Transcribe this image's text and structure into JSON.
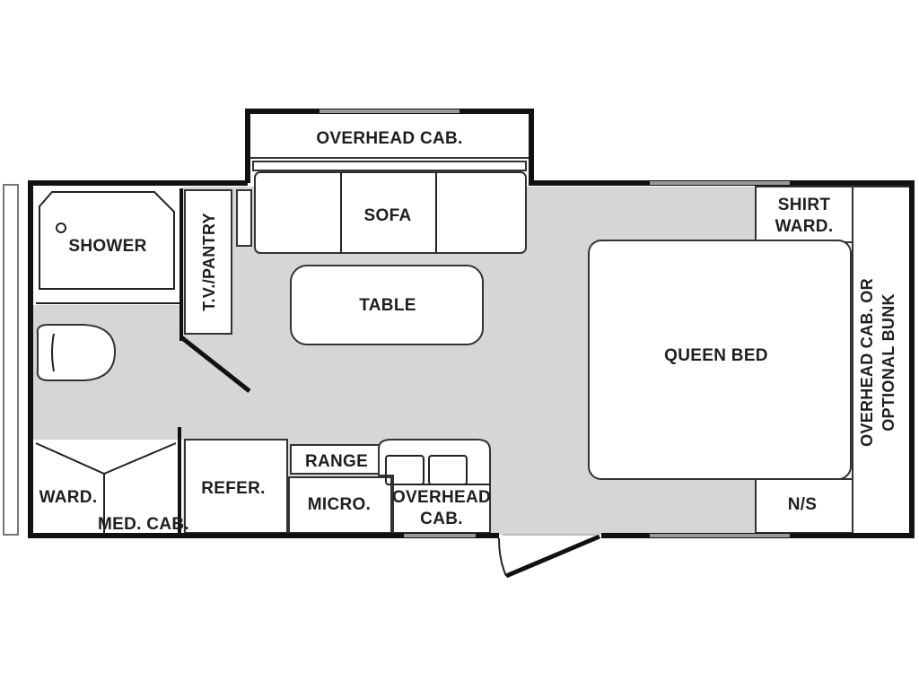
{
  "labels": {
    "overhead_cab_top": "OVERHEAD CAB.",
    "sofa": "SOFA",
    "shower": "SHOWER",
    "tv_pantry": "T.V./PANTRY",
    "table": "TABLE",
    "shirt_ward_line1": "SHIRT",
    "shirt_ward_line2": "WARD.",
    "queen_bed": "QUEEN BED",
    "overhead_cab_or_bunk_line1": "OVERHEAD CAB. OR",
    "overhead_cab_or_bunk_line2": "OPTIONAL BUNK",
    "ward": "WARD.",
    "med_cab": "MED. CAB.",
    "refer": "REFER.",
    "range": "RANGE",
    "micro": "MICRO.",
    "overhead_cab_kitchen_line1": "OVERHEAD",
    "overhead_cab_kitchen_line2": "CAB.",
    "nightstand": "N/S"
  },
  "colors": {
    "wall": "#111111",
    "floor": "#d6d6d6",
    "furniture": "#ffffff",
    "text": "#1e1e1e"
  }
}
